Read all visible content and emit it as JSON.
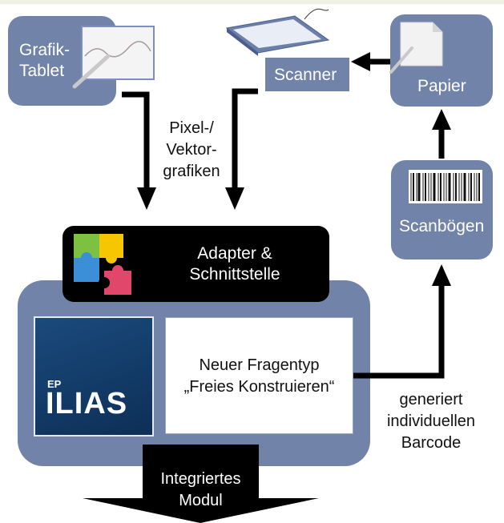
{
  "nodes": {
    "tablet": "Grafik-\nTablet",
    "scanner": "Scanner",
    "paper": "Papier",
    "scanforms": "Scanbögen",
    "adapter": "Adapter &\nSchnittstelle",
    "ilias_super": "EP",
    "ilias": "ILIAS",
    "question_type": "Neuer Fragentyp\n„Freies Konstruieren“"
  },
  "edge_labels": {
    "pixel": "Pixel-/\nVektor-\ngrafiken",
    "barcode": "generiert\nindividuellen\nBarcode",
    "module": "Integriertes\nModul"
  },
  "colors": {
    "box_fill": "#7183a8",
    "ilias_bg": "#123a66",
    "adapter_bg": "#000000"
  }
}
